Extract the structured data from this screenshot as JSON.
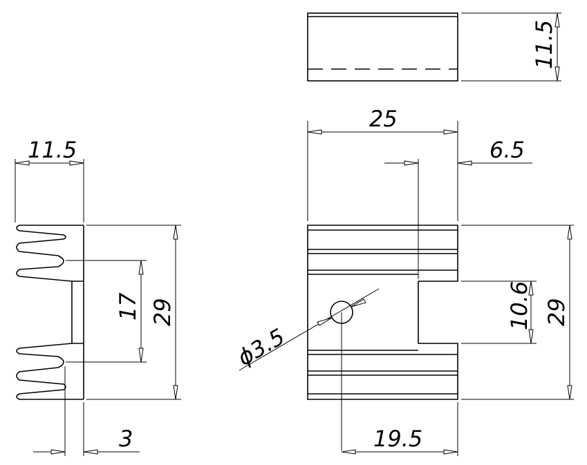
{
  "dimensions": {
    "side_width": "11.5",
    "side_height": "29",
    "side_hole_spacing": "17",
    "side_offset": "3",
    "top_height": "11.5",
    "front_width": "25",
    "front_notch": "6.5",
    "front_height": "29",
    "front_slot": "10.6",
    "front_hole_offset": "19.5",
    "hole_diameter": "ϕ3.5"
  }
}
